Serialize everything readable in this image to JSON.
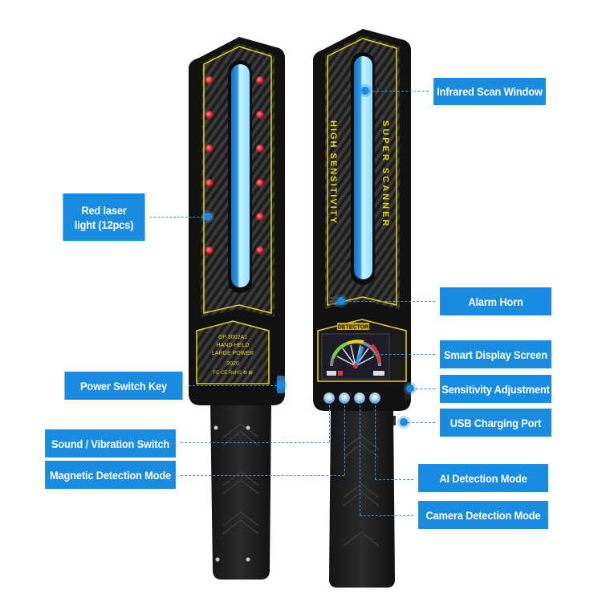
{
  "product": {
    "left_device": {
      "label_lines": [
        "GP 3002A1",
        "HAND-HELD",
        "LARGE POWER",
        "2020",
        "FC CE RoHS ♻ ⊠"
      ],
      "laser_count": 12
    },
    "right_device": {
      "side_text_left": "HIGH SENSITIVITY",
      "side_text_right": "SUPER SCANNER",
      "display_title": "DETECTOR",
      "button_count": 4
    }
  },
  "callouts": {
    "red_laser": "Red laser\nlight (12pcs)",
    "red_laser_line1": "Red laser",
    "red_laser_line2": "light (12pcs)",
    "power_switch": "Power Switch Key",
    "sound_vibration": "Sound / Vibration Switch",
    "magnetic_mode": "Magnetic Detection Mode",
    "infrared_window": "Infrared Scan Window",
    "alarm_horn": "Alarm Horn",
    "smart_display": "Smart Display Screen",
    "sensitivity": "Sensitivity Adjustment",
    "usb_port": "USB Charging Port",
    "ai_mode": "AI Detection Mode",
    "camera_mode": "Camera Detection Mode"
  },
  "colors": {
    "callout_bg": "#1a8ce0",
    "accent_yellow": "#e8d21a",
    "laser_red": "#e8303a",
    "window_blue": "#8fe0ff"
  }
}
